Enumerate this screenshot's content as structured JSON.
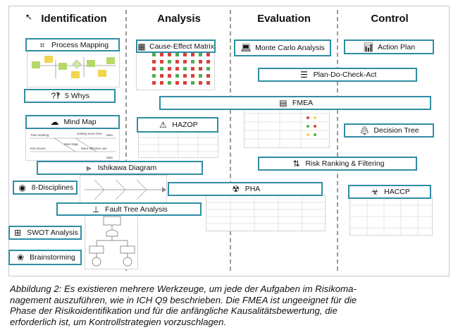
{
  "columns": [
    {
      "label": "Identification"
    },
    {
      "label": "Analysis"
    },
    {
      "label": "Evaluation"
    },
    {
      "label": "Control"
    }
  ],
  "tools": {
    "process_mapping": "Process Mapping",
    "cause_effect_matrix": "Cause-Effect Matrix",
    "monte_carlo": "Monte Carlo Analysis",
    "action_plan": "Action Plan",
    "pdca": "Plan-Do-Check-Act",
    "five_whys": "5 Whys",
    "fmea": "FMEA",
    "mind_map": "Mind Map",
    "hazop": "HAZOP",
    "decision_tree": "Decision Tree",
    "risk_ranking": "Risk Ranking & Filtering",
    "ishikawa": "Ishikawa Diagram",
    "eight_d": "8-Disciplines",
    "pha": "PHA",
    "haccp": "HACCP",
    "fault_tree": "Fault Tree Analysis",
    "swot": "SWOT Analysis",
    "brainstorming": "Brainstorming"
  },
  "mind_map_labels": {
    "a": "Time wasting",
    "b": "Getting more time",
    "c": "Mind Map",
    "d": "Key issues",
    "e": "More effective use",
    "f": "Idea",
    "g": "Idea"
  },
  "icons": {
    "process_mapping": "process-map-icon",
    "cause_effect_matrix": "matrix-grid-icon",
    "monte_carlo": "laptop-icon",
    "action_plan": "presenter-icon",
    "pdca": "checklist-icon",
    "five_whys": "question-marks-icon",
    "fmea": "table-icon",
    "mind_map": "cloud-icon",
    "hazop": "warning-triangle-icon",
    "decision_tree": "tree-icon",
    "risk_ranking": "ranking-filter-icon",
    "ishikawa": "fishbone-icon",
    "eight_d": "target-icon",
    "pha": "radiation-icon",
    "haccp": "biohazard-icon",
    "fault_tree": "fault-tree-icon",
    "swot": "swot-grid-icon",
    "brainstorming": "brain-icon"
  },
  "colors": {
    "box_border": "#2f8da3",
    "divider": "#9a9a9a",
    "matrix_red": "#d9403a",
    "matrix_green": "#4caf50",
    "process_green": "#b6d96a",
    "process_yellow": "#f2d44e"
  },
  "caption": {
    "line1": "Abbildung 2: Es existieren mehrere Werkzeuge, um jede der Aufgaben im Risikoma-",
    "line2": "nagement auszuführen, wie in ICH Q9 beschrieben. Die FMEA ist ungeeignet für die",
    "line3": "Phase der Risikoidentifikation und für die anfängliche Kausalitätsbewertung, die",
    "line4": "erforderlich ist, um Kontrollstrategien vorzuschlagen."
  }
}
